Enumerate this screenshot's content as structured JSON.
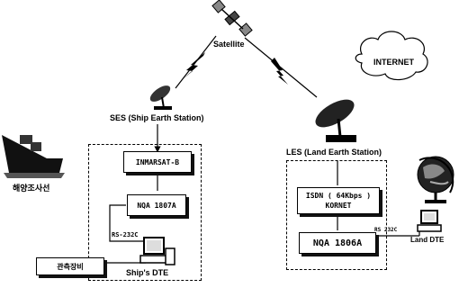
{
  "satellite": {
    "label": "Satellite"
  },
  "cloud": {
    "label": "INTERNET"
  },
  "ses": {
    "label": "SES (Ship Earth Station)"
  },
  "les": {
    "label": "LES (Land Earth Station)"
  },
  "ship": {
    "label": "해양조사선"
  },
  "ship_side": {
    "inmarsat": "INMARSAT-B",
    "nqa": "NQA 1807A",
    "rs232": "RS-232C",
    "equipment": "관측장비",
    "dte": "Ship's DTE"
  },
  "land_side": {
    "isdn_line1": "ISDN ( 64Kbps )",
    "isdn_line2": "KORNET",
    "nqa": "NQA 1806A",
    "rs232": "RS 232C",
    "dte": "Land DTE"
  }
}
